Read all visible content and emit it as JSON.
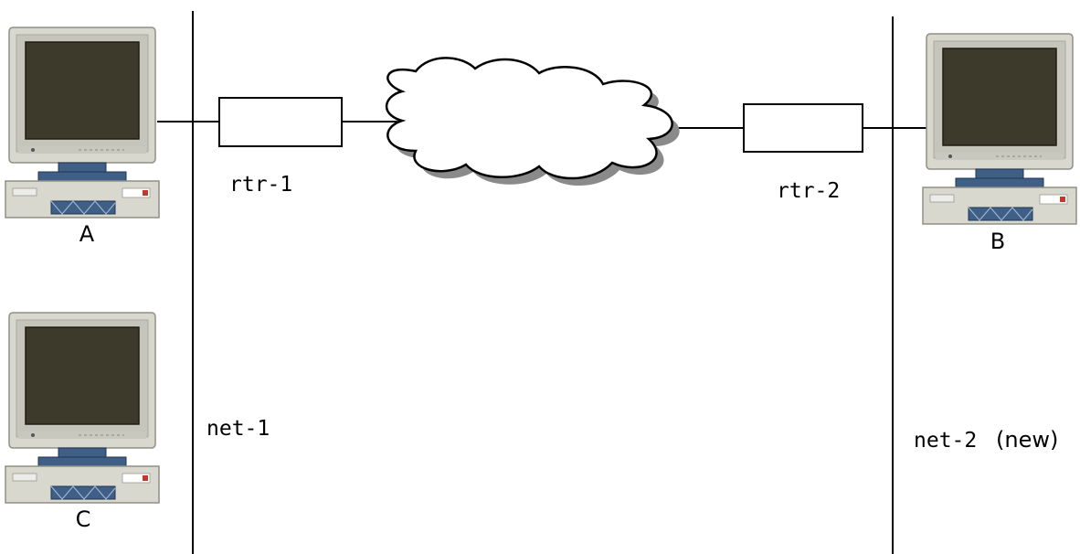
{
  "hosts": [
    {
      "id": "A",
      "label": "A"
    },
    {
      "id": "B",
      "label": "B"
    },
    {
      "id": "C",
      "label": "C"
    }
  ],
  "routers": [
    {
      "id": "rtr-1",
      "label": "rtr-1"
    },
    {
      "id": "rtr-2",
      "label": "rtr-2"
    }
  ],
  "networks": [
    {
      "id": "net-1",
      "name": "net-1",
      "note": ""
    },
    {
      "id": "net-2",
      "name": "net-2",
      "note": "(new)"
    }
  ],
  "colors": {
    "line": "#000000",
    "monitor_case": "#d8d8cf",
    "monitor_bezel": "#bebdb3",
    "screen": "#3d3a2b",
    "base_blue": "#3f5f86",
    "cloud_fill": "#ffffff",
    "cloud_shadow": "#8a8a8a"
  }
}
